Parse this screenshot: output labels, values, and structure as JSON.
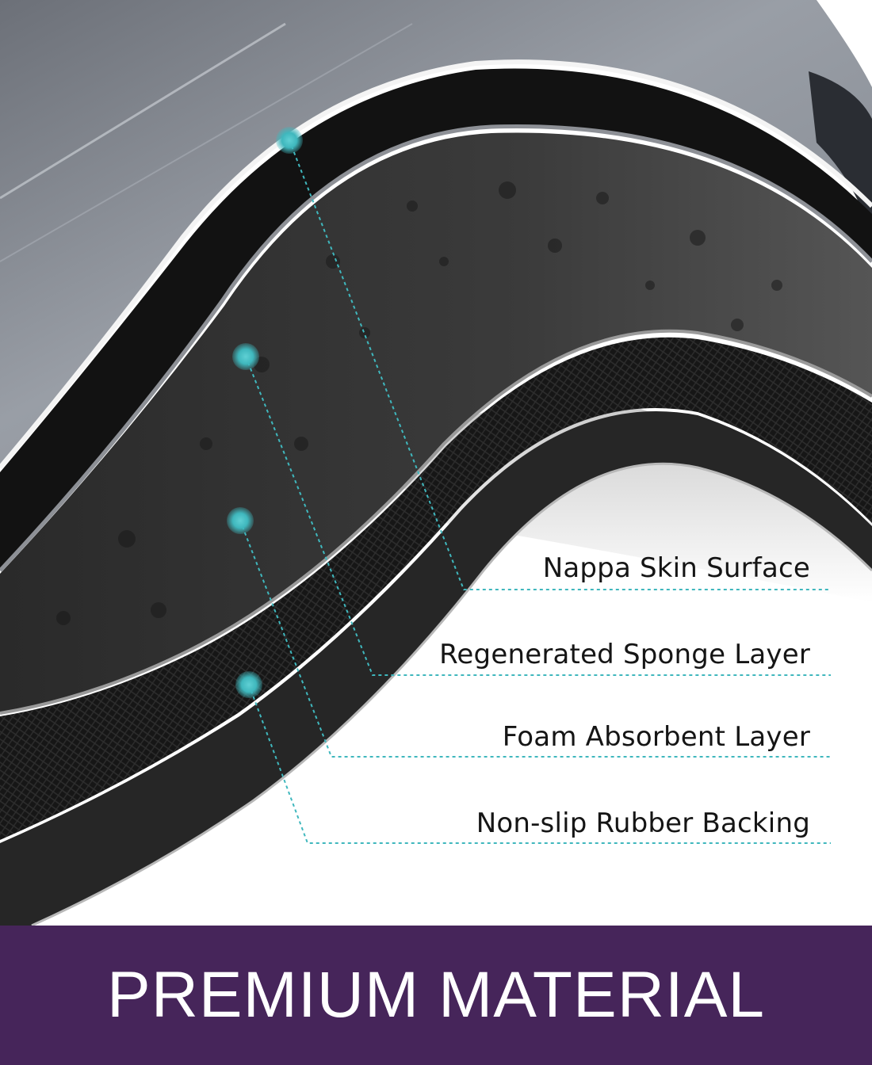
{
  "labels": [
    "Nappa Skin Surface",
    "Regenerated Sponge Layer",
    "Foam Absorbent Layer",
    "Non-slip Rubber Backing"
  ],
  "banner": {
    "title": "PREMIUM MATERIAL"
  },
  "colors": {
    "banner_background": "#46255a",
    "callout_teal": "#3fb7bd",
    "surface_gray": "#8a9098",
    "layer_black": "#1c1c1c"
  },
  "icons": [
    "callout-dot-icon"
  ]
}
